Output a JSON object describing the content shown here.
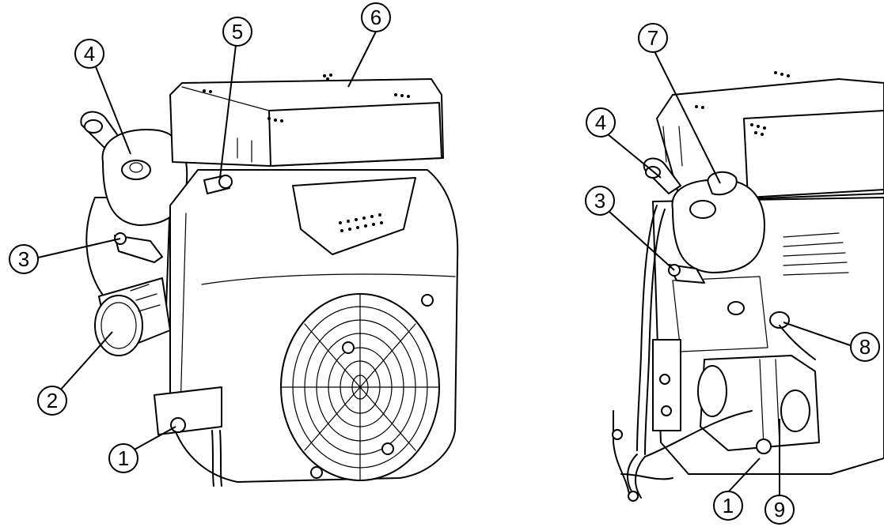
{
  "figure": {
    "colors": {
      "ink": "#000000",
      "paper": "#ffffff"
    },
    "left_view": {
      "callouts": [
        {
          "id": "c1",
          "label": "1"
        },
        {
          "id": "c2",
          "label": "2"
        },
        {
          "id": "c3",
          "label": "3"
        },
        {
          "id": "c4",
          "label": "4"
        },
        {
          "id": "c5",
          "label": "5"
        },
        {
          "id": "c6",
          "label": "6"
        }
      ]
    },
    "right_view": {
      "callouts": [
        {
          "id": "c1",
          "label": "1"
        },
        {
          "id": "c3",
          "label": "3"
        },
        {
          "id": "c4",
          "label": "4"
        },
        {
          "id": "c7",
          "label": "7"
        },
        {
          "id": "c8",
          "label": "8"
        },
        {
          "id": "c9",
          "label": "9"
        }
      ]
    }
  }
}
